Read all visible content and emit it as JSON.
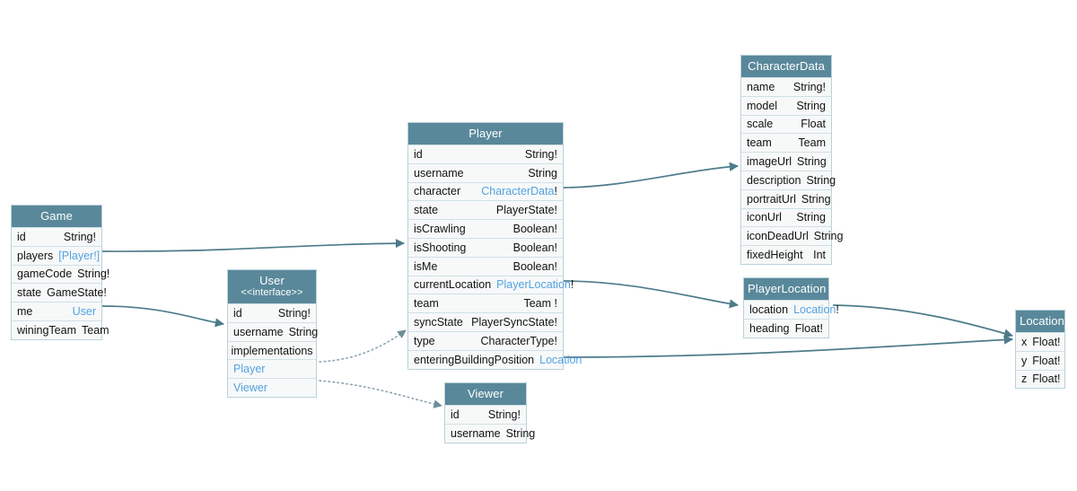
{
  "diagram": {
    "title": "GraphQL schema entity relationship diagram",
    "theme": {
      "header_bg": "#59889a",
      "header_text": "#ffffff",
      "row_bg": "#f7f9f9",
      "row_border": "#cfe0e5",
      "entity_border": "#b9d2d9",
      "link_color": "#53a2e0",
      "edge_color": "#4d7c8a",
      "canvas_bg": "#ffffff"
    }
  },
  "entities": {
    "game": {
      "name": "Game",
      "fields": [
        {
          "name": "id",
          "type": "String!",
          "link": false
        },
        {
          "name": "players",
          "type": "[Player!]",
          "link": true
        },
        {
          "name": "gameCode",
          "type": "String!",
          "link": false
        },
        {
          "name": "state",
          "type": "GameState!",
          "link": false
        },
        {
          "name": "me",
          "type": "User",
          "link": true
        },
        {
          "name": "winingTeam",
          "type": "Team",
          "link": false
        }
      ]
    },
    "user": {
      "name": "User",
      "stereotype": "<<interface>>",
      "fields": [
        {
          "name": "id",
          "type": "String!",
          "link": false
        },
        {
          "name": "username",
          "type": "String",
          "link": false
        }
      ],
      "implementations_label": "implementations",
      "implementations": [
        {
          "name": "Player"
        },
        {
          "name": "Viewer"
        }
      ]
    },
    "player": {
      "name": "Player",
      "fields": [
        {
          "name": "id",
          "type": "String!",
          "link": false
        },
        {
          "name": "username",
          "type": "String",
          "link": false
        },
        {
          "name": "character",
          "type": "CharacterData",
          "suffix": "!",
          "link": true
        },
        {
          "name": "state",
          "type": "PlayerState!",
          "link": false
        },
        {
          "name": "isCrawling",
          "type": "Boolean!",
          "link": false
        },
        {
          "name": "isShooting",
          "type": "Boolean!",
          "link": false
        },
        {
          "name": "isMe",
          "type": "Boolean!",
          "link": false
        },
        {
          "name": "currentLocation",
          "type": "PlayerLocation",
          "suffix": "!",
          "link": true
        },
        {
          "name": "team",
          "type": "Team !",
          "link": false
        },
        {
          "name": "syncState",
          "type": "PlayerSyncState!",
          "link": false
        },
        {
          "name": "type",
          "type": "CharacterType!",
          "link": false
        },
        {
          "name": "enteringBuildingPosition",
          "type": "Location",
          "link": true
        }
      ]
    },
    "viewer": {
      "name": "Viewer",
      "fields": [
        {
          "name": "id",
          "type": "String!",
          "link": false
        },
        {
          "name": "username",
          "type": "String",
          "link": false
        }
      ]
    },
    "character_data": {
      "name": "CharacterData",
      "fields": [
        {
          "name": "name",
          "type": "String!",
          "link": false
        },
        {
          "name": "model",
          "type": "String",
          "link": false
        },
        {
          "name": "scale",
          "type": "Float",
          "link": false
        },
        {
          "name": "team",
          "type": "Team",
          "link": false
        },
        {
          "name": "imageUrl",
          "type": "String",
          "link": false
        },
        {
          "name": "description",
          "type": "String",
          "link": false
        },
        {
          "name": "portraitUrl",
          "type": "String",
          "link": false
        },
        {
          "name": "iconUrl",
          "type": "String",
          "link": false
        },
        {
          "name": "iconDeadUrl",
          "type": "String",
          "link": false
        },
        {
          "name": "fixedHeight",
          "type": "Int",
          "link": false
        }
      ]
    },
    "player_location": {
      "name": "PlayerLocation",
      "fields": [
        {
          "name": "location",
          "type": "Location",
          "suffix": "!",
          "link": true
        },
        {
          "name": "heading",
          "type": "Float!",
          "link": false
        }
      ]
    },
    "location": {
      "name": "Location",
      "fields": [
        {
          "name": "x",
          "type": "Float!",
          "link": false
        },
        {
          "name": "y",
          "type": "Float!",
          "link": false
        },
        {
          "name": "z",
          "type": "Float!",
          "link": false
        }
      ]
    }
  },
  "edges": [
    {
      "from": "game.players",
      "to": "player",
      "style": "solid"
    },
    {
      "from": "game.me",
      "to": "user",
      "style": "solid"
    },
    {
      "from": "user.implementations.Player",
      "to": "player",
      "style": "dotted"
    },
    {
      "from": "user.implementations.Viewer",
      "to": "viewer",
      "style": "dotted"
    },
    {
      "from": "player.character",
      "to": "character_data",
      "style": "solid"
    },
    {
      "from": "player.currentLocation",
      "to": "player_location",
      "style": "solid"
    },
    {
      "from": "player.enteringBuildingPosition",
      "to": "location",
      "style": "solid"
    },
    {
      "from": "player_location.location",
      "to": "location",
      "style": "solid"
    }
  ]
}
